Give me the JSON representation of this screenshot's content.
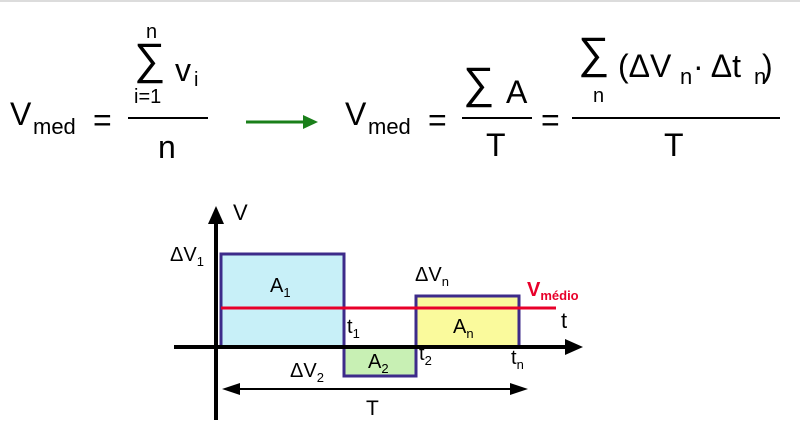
{
  "formula_left": {
    "var": "V",
    "var_sub": "med",
    "equals": "=",
    "sum_upper": "n",
    "sigma": "∑",
    "sum_lower": "i=1",
    "term": "v",
    "term_sub": "i",
    "denominator": "n"
  },
  "arrow_color": "#1a7f1a",
  "formula_right": {
    "var": "V",
    "var_sub": "med",
    "equals1": "=",
    "sigma": "∑",
    "num1": "A",
    "den1": "T",
    "equals2": "=",
    "sigma2": "∑",
    "sum2_lower": "n",
    "num2_open": "(ΔV",
    "num2_sub1": "n",
    "num2_mid": " · Δt",
    "num2_sub2": "n",
    "num2_close": " )",
    "den2": "T"
  },
  "diagram": {
    "axis_v": "V",
    "axis_t": "t",
    "dv1": "ΔV",
    "dv1_sub": "1",
    "dvn": "ΔV",
    "dvn_sub": "n",
    "dv2": "ΔV",
    "dv2_sub": "2",
    "a1": "A",
    "a1_sub": "1",
    "a2": "A",
    "a2_sub": "2",
    "an": "A",
    "an_sub": "n",
    "t1": "t",
    "t1_sub": "1",
    "t2": "t",
    "t2_sub": "2",
    "tn": "t",
    "tn_sub": "n",
    "vmedio": "V",
    "vmedio_sub": "médio",
    "period": "T",
    "colors": {
      "outline": "#3d2b8a",
      "area1": "#c8f0f8",
      "area2": "#c8f0b4",
      "arean": "#fafa9c",
      "mean_line": "#e8002a"
    }
  }
}
